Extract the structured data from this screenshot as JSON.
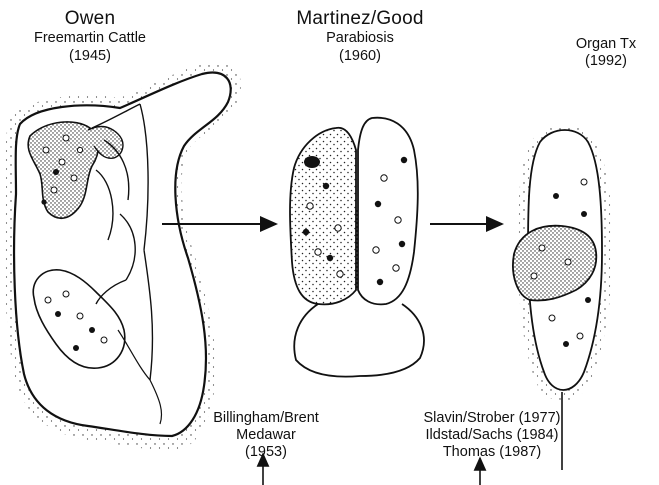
{
  "panels": [
    {
      "name": "Owen",
      "subtitle": "Freemartin Cattle",
      "year": "(1945)"
    },
    {
      "name": "Martinez/Good",
      "subtitle": "Parabiosis",
      "year": "(1960)"
    },
    {
      "name": "",
      "subtitle": "Organ Tx",
      "year": "(1992)"
    }
  ],
  "citations": {
    "left": [
      "Billingham/Brent",
      "Medawar",
      "(1953)"
    ],
    "right": [
      "Slavin/Strober (1977)",
      "Ildstad/Sachs (1984)",
      "Thomas (1987)"
    ]
  },
  "colors": {
    "ink": "#111111",
    "background": "#ffffff"
  }
}
